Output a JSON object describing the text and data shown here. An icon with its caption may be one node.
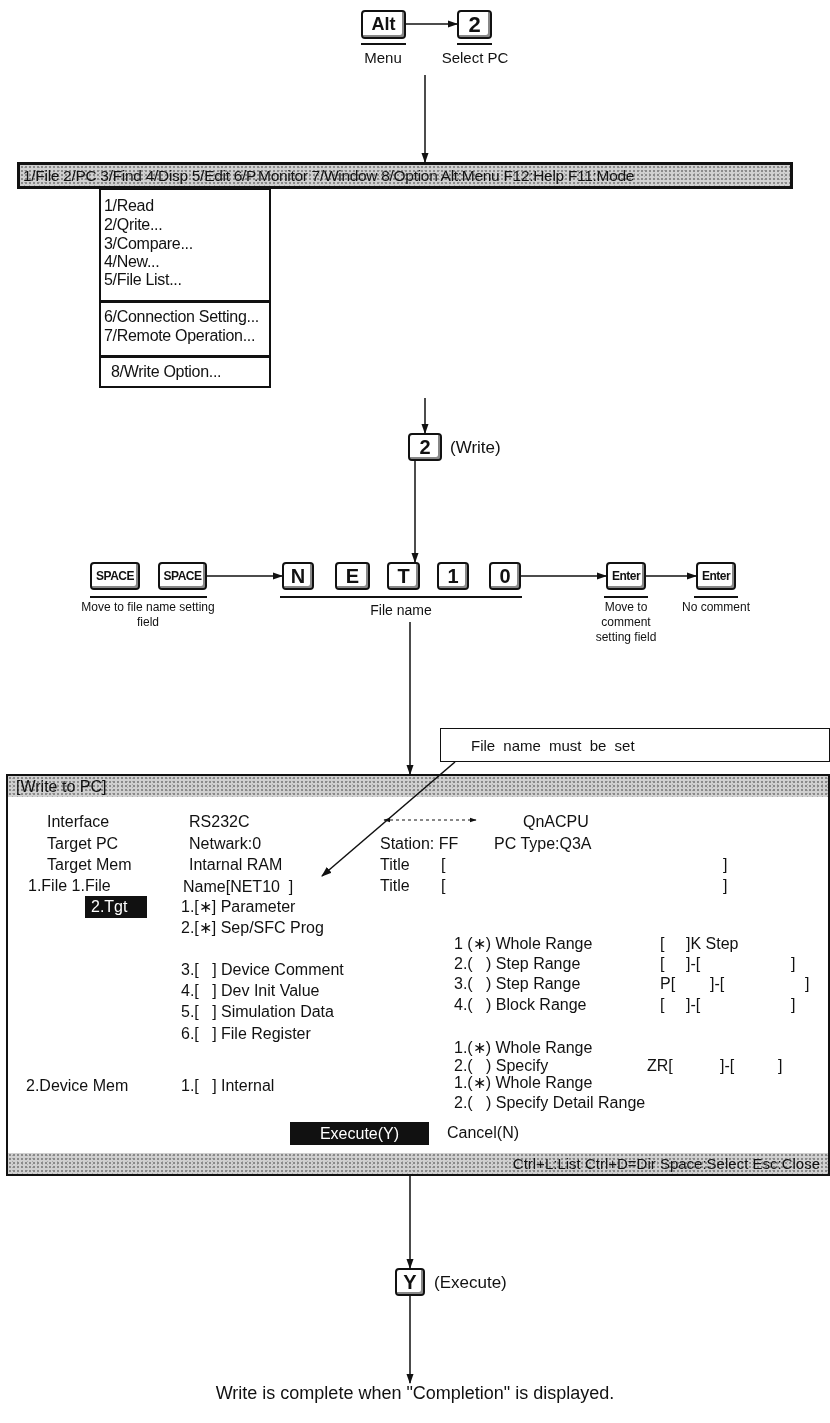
{
  "diagram": {
    "nodes": [
      {
        "text": [
          "Alt"
        ],
        "beside": [
          "Menu"
        ]
      },
      {
        "text": [
          "2"
        ],
        "beside": [
          "Select PC"
        ]
      },
      {
        "text": [
          "1/File 2/PC 3/Find 4/Disp 5/Edit 6/P.Monitor 7/Window 8/Option Alt:Menu F12:Help F11:Mode"
        ]
      },
      {
        "text": [
          "1/Read",
          "2/Qrite...",
          "3/Compare...",
          "4/New...",
          "5/File List...",
          "6/Connection Setting...",
          "7/Remote Operation...",
          "8/Write Option..."
        ]
      },
      {
        "text": [
          "2"
        ],
        "beside": [
          "(Write)"
        ]
      },
      {
        "text": [
          "SPACE"
        ]
      },
      {
        "text": [
          "SPACE"
        ]
      },
      {
        "text": [
          "N"
        ]
      },
      {
        "text": [
          "E"
        ]
      },
      {
        "text": [
          "T"
        ]
      },
      {
        "text": [
          "1"
        ]
      },
      {
        "text": [
          "0"
        ]
      },
      {
        "text": [
          "Enter"
        ],
        "beside": [
          "Move to comment setting field"
        ]
      },
      {
        "text": [
          "Enter"
        ],
        "beside": [
          "No comment"
        ]
      },
      {
        "text": [
          "File name"
        ]
      },
      {
        "text": [
          "File name must be set"
        ]
      },
      {
        "text": [
          "[Write to PC]",
          "Interface",
          "RS232C",
          "QnACPU",
          "Target PC",
          "Netwark:0",
          "Station: FF",
          "PC Type:Q3A",
          "Target Mem",
          "Intarnal RAM",
          "Title",
          "[",
          "]",
          "1.File 1.File",
          "Title",
          "[",
          "]",
          "2.Tgt",
          "1.[∗] Parameter",
          "2.[∗] Sep/SFC Prog",
          "1 (∗) Whole Range",
          "[",
          "]K Step",
          "2.(   ) Step Range",
          "[",
          "]-[",
          "]",
          "3.[   ] Device Comment",
          "3.(   ) Step Range",
          "P[",
          "]-[",
          "]",
          "4.[   ] Dev Init Value",
          "4.(   ) Block Range",
          "[",
          "]-[",
          "]",
          "5.[   ] Simulation Data",
          "6.[   ] File Register",
          "1.(∗) Whole Range",
          "2.(   ) Specify",
          "ZR[",
          "]-[",
          "]",
          "2.Device Mem",
          "1.(∗) Whole Range",
          "1.[   ] Internal",
          "2.(   ) Specify Detail Range",
          "Cancel(N)",
          "Ctrl+L:List Ctrl+D=Dir Space:Select Esc:Close"
        ]
      },
      {
        "text": [
          "Name[NET10  ]"
        ],
        "in": 16
      },
      {
        "text": [
          "Execute(Y)"
        ],
        "in": 16
      },
      {
        "text": [
          "Y"
        ],
        "beside": [
          "(Execute)"
        ]
      },
      {
        "text": [
          "Write is complete when \"Completion\" is displayed."
        ]
      }
    ],
    "edges": [
      {
        "from": 0,
        "to": 1,
        "arrow": "to"
      },
      {
        "from": null,
        "to": 2,
        "arrow": "to"
      },
      {
        "from": null,
        "to": 4,
        "arrow": "to"
      },
      {
        "from": 4,
        "to": 9,
        "arrow": "to"
      },
      {
        "from": 6,
        "to": 7,
        "arrow": "to"
      },
      {
        "from": 11,
        "to": 12,
        "arrow": "to"
      },
      {
        "from": 12,
        "to": 13,
        "arrow": "to"
      },
      {
        "from": 14,
        "to": 16,
        "arrow": "to"
      },
      {
        "from": 15,
        "to": 17,
        "arrow": "to"
      },
      {
        "from": 16,
        "to": 19,
        "arrow": "to"
      },
      {
        "from": 19,
        "to": 20,
        "arrow": "to"
      }
    ],
    "labels": [
      "Move to file name setting field"
    ]
  }
}
